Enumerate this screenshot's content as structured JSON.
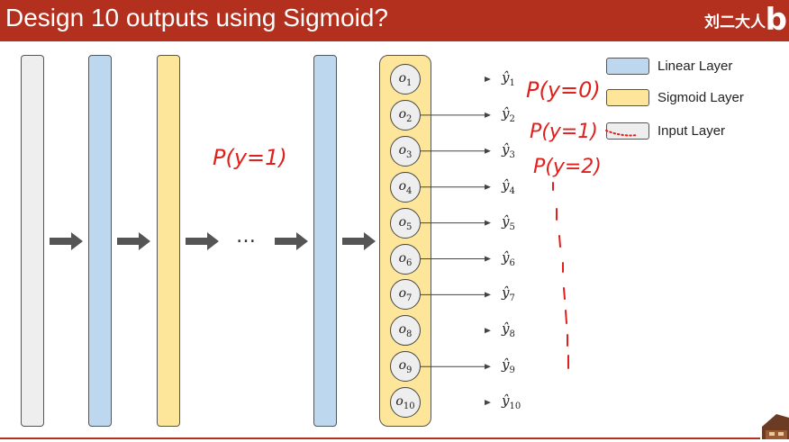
{
  "slide": {
    "title": "Design 10 outputs using Sigmoid?",
    "watermark": "刘二大人",
    "logo_glyph": "b"
  },
  "colors": {
    "header": "#b3301f",
    "input_layer": "#eeeeee",
    "linear_layer": "#bcd7ee",
    "sigmoid_layer": "#fde69a",
    "ink": "#e0201c"
  },
  "network": {
    "ellipsis": "…",
    "layers": [
      "input",
      "linear",
      "sigmoid",
      "linear"
    ],
    "output_nodes": [
      {
        "base": "o",
        "sub": "1"
      },
      {
        "base": "o",
        "sub": "2"
      },
      {
        "base": "o",
        "sub": "3"
      },
      {
        "base": "o",
        "sub": "4"
      },
      {
        "base": "o",
        "sub": "5"
      },
      {
        "base": "o",
        "sub": "6"
      },
      {
        "base": "o",
        "sub": "7"
      },
      {
        "base": "o",
        "sub": "8"
      },
      {
        "base": "o",
        "sub": "9"
      },
      {
        "base": "o",
        "sub": "10"
      }
    ],
    "outputs": [
      {
        "base": "ŷ",
        "sub": "1"
      },
      {
        "base": "ŷ",
        "sub": "2"
      },
      {
        "base": "ŷ",
        "sub": "3"
      },
      {
        "base": "ŷ",
        "sub": "4"
      },
      {
        "base": "ŷ",
        "sub": "5"
      },
      {
        "base": "ŷ",
        "sub": "6"
      },
      {
        "base": "ŷ",
        "sub": "7"
      },
      {
        "base": "ŷ",
        "sub": "8"
      },
      {
        "base": "ŷ",
        "sub": "9"
      },
      {
        "base": "ŷ",
        "sub": "10"
      }
    ]
  },
  "legend": {
    "linear": "Linear Layer",
    "sigmoid": "Sigmoid Layer",
    "input": "Input Layer"
  },
  "annotations": {
    "left_note": "P(y=1)",
    "note_1": "P(y=0)",
    "note_2": "P(y=1)",
    "note_3": "P(y=2)"
  }
}
